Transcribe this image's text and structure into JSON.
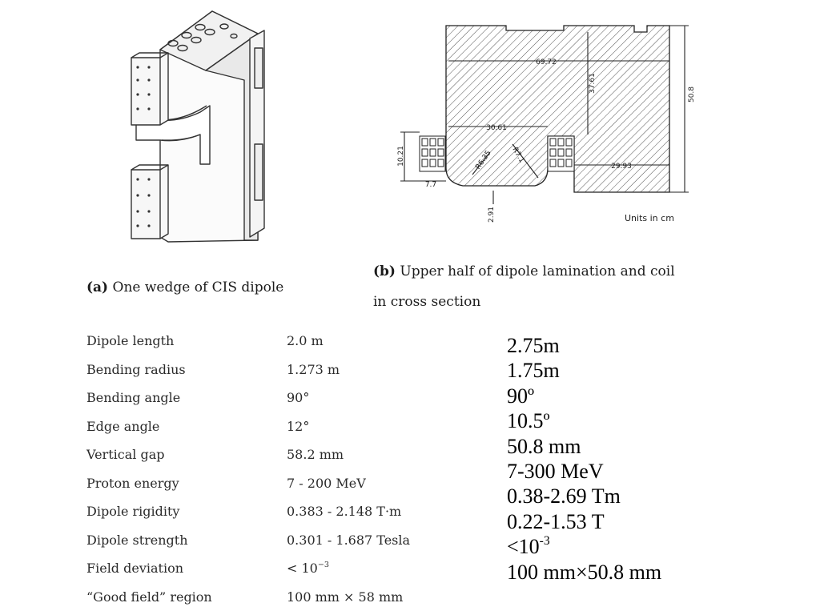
{
  "figure_a": {
    "caption_tag": "(a)",
    "caption_text": "One wedge of CIS dipole"
  },
  "figure_b": {
    "caption_tag": "(b)",
    "caption_line1": "Upper half of dipole lamination and coil",
    "caption_line2": "in cross section",
    "units_note": "Units in cm",
    "dimensions": {
      "width_69": "69.72",
      "height_37": "37.61",
      "total_height": "50.8",
      "pole_width": "30.61",
      "coil_height": "10.21",
      "radius_1": "R6.35",
      "radius_2": "R7.1",
      "coil_gap": "7.7",
      "right_width": "29.93",
      "half_gap": "2.91"
    }
  },
  "cis_parameters": [
    {
      "label": "Dipole length",
      "value": "2.0 m"
    },
    {
      "label": "Bending radius",
      "value": "1.273 m"
    },
    {
      "label": "Bending angle",
      "value": "90°"
    },
    {
      "label": "Edge angle",
      "value": "12°"
    },
    {
      "label": "Vertical gap",
      "value": "58.2 mm"
    },
    {
      "label": "Proton energy",
      "value": "7 - 200 MeV"
    },
    {
      "label": "Dipole rigidity",
      "value": "0.383 - 2.148 T·m"
    },
    {
      "label": "Dipole strength",
      "value": "0.301 - 1.687 Tesla"
    },
    {
      "label": "Field deviation",
      "value": "< 10",
      "value_exp": "−3"
    },
    {
      "label": "“Good field” region",
      "value": "100 mm × 58 mm"
    }
  ],
  "new_design_values": [
    {
      "value": "2.75m"
    },
    {
      "value": "1.75m"
    },
    {
      "value": "90º"
    },
    {
      "value": "10.5º"
    },
    {
      "value": "50.8 mm"
    },
    {
      "value": "7-300 MeV"
    },
    {
      "value": "0.38-2.69 Tm"
    },
    {
      "value": "0.22-1.53 T"
    },
    {
      "value": "<10",
      "value_exp": "-3"
    },
    {
      "value": "100 mm×50.8 mm"
    }
  ]
}
